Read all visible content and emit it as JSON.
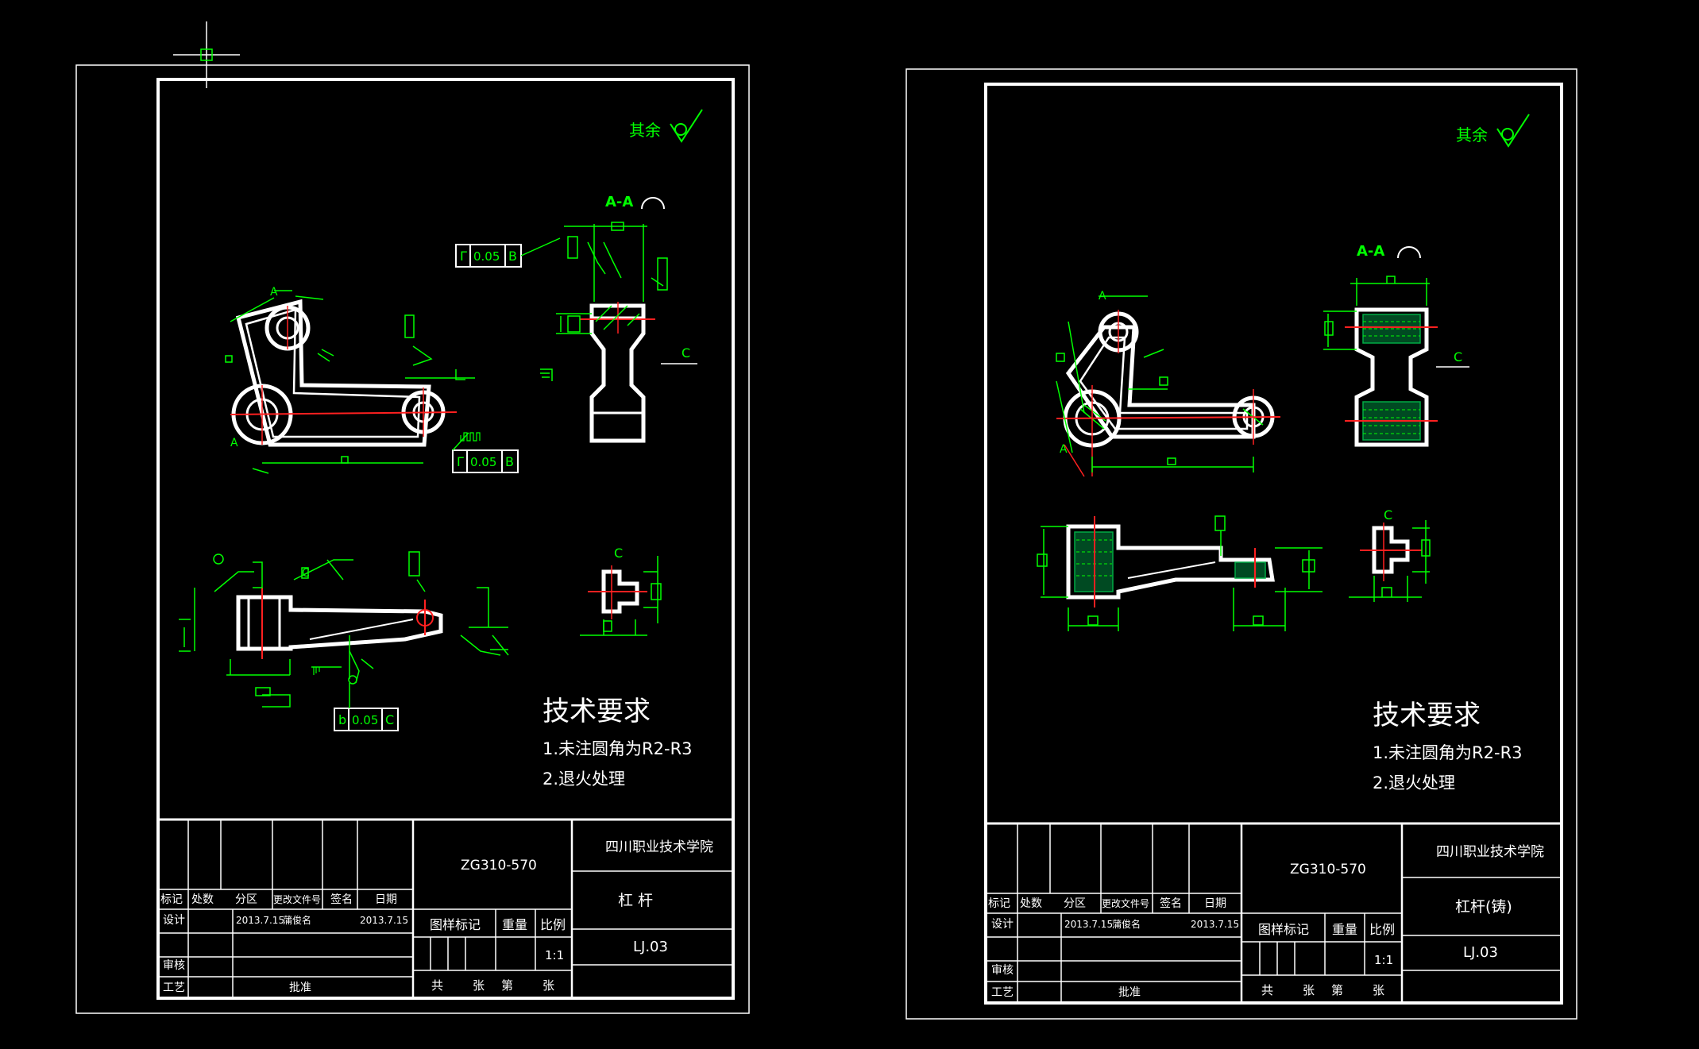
{
  "colors": {
    "background": "#000000",
    "outline": "#ffffff",
    "dimension": "#00ff00",
    "centerline": "#ff2020",
    "hatch": "#00aa44"
  },
  "sheets": [
    {
      "roughness_label": "其余",
      "section_label": "A-A",
      "view_label": "C",
      "datum_label_a": "A",
      "tolerance_frames": [
        {
          "symbol": "Γ",
          "value": "0.05",
          "datum": "B"
        },
        {
          "symbol": "Γ",
          "value": "0.05",
          "datum": "B"
        },
        {
          "symbol": "b",
          "value": "0.05",
          "datum": "C"
        }
      ],
      "notes": {
        "title": "技术要求",
        "items": [
          "1.未注圆角为R2-R3",
          "2.退火处理"
        ]
      },
      "title_block": {
        "material": "ZG310-570",
        "school": "四川职业技术学院",
        "part_name": "杠    杆",
        "drawing_no": "LJ.03",
        "scale": "1:1",
        "mark_label": "图样标记",
        "weight_label": "重量",
        "scale_label": "比例",
        "sheet_info": [
          "共",
          "张",
          "第",
          "张"
        ],
        "headers": [
          "标记",
          "处数",
          "分区",
          "更改文件号",
          "签名",
          "日期"
        ],
        "design_label": "设计",
        "design_date": "2013.7.15",
        "designer": "蒲俊名",
        "date2": "2013.7.15",
        "review_label": "审核",
        "process_label": "工艺",
        "approve_label": "批准"
      }
    },
    {
      "roughness_label": "其余",
      "section_label": "A-A",
      "view_label": "C",
      "view_label_2": "C",
      "datum_label_a": "A",
      "notes": {
        "title": "技术要求",
        "items": [
          "1.未注圆角为R2-R3",
          "2.退火处理"
        ]
      },
      "title_block": {
        "material": "ZG310-570",
        "school": "四川职业技术学院",
        "part_name": "杠杆(铸)",
        "drawing_no": "LJ.03",
        "scale": "1:1",
        "mark_label": "图样标记",
        "weight_label": "重量",
        "scale_label": "比例",
        "sheet_info": [
          "共",
          "张",
          "第",
          "张"
        ],
        "headers": [
          "标记",
          "处数",
          "分区",
          "更改文件号",
          "签名",
          "日期"
        ],
        "design_label": "设计",
        "design_date": "2013.7.15",
        "designer": "蒲俊名",
        "date2": "2013.7.15",
        "review_label": "审核",
        "process_label": "工艺",
        "approve_label": "批准"
      }
    }
  ]
}
